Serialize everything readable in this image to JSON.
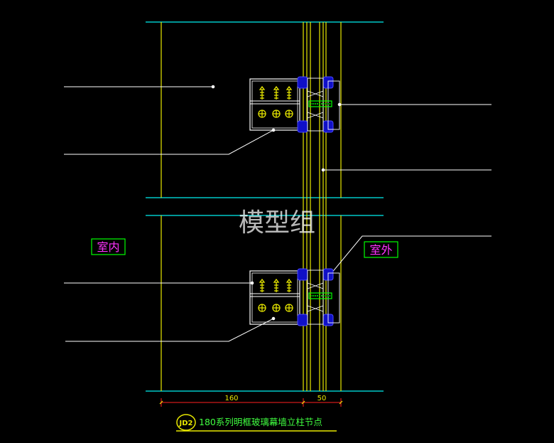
{
  "labels": {
    "interior": "室内",
    "exterior": "室外",
    "watermark": "模型组",
    "title": "180系列明框玻璃幕墙立柱节点"
  },
  "badge": {
    "text": "JD2"
  },
  "dimensions": {
    "left": "160",
    "right": "50"
  },
  "colors": {
    "background": "#000000",
    "line_cyan": "#00c8c8",
    "line_yellow": "#e8e800",
    "line_white": "#ffffff",
    "label_magenta": "#ff33ff",
    "frame_green": "#00ff00",
    "gasket_blue": "#1010c8",
    "dim_red": "#ff2020",
    "title_green": "#40ff40"
  }
}
